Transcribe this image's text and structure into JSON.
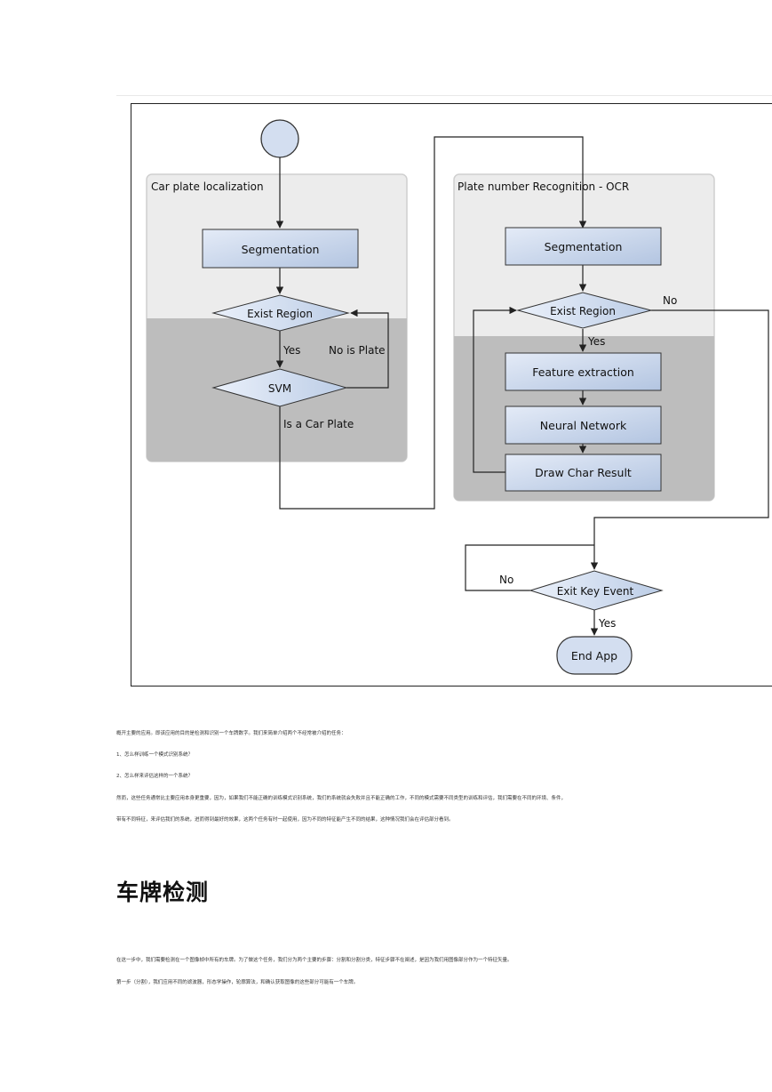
{
  "diagram": {
    "groups": {
      "localization": "Car plate localization",
      "ocr": "Plate number Recognition - OCR"
    },
    "nodes": {
      "seg1": "Segmentation",
      "exist1": "Exist Region",
      "svm": "SVM",
      "seg2": "Segmentation",
      "exist2": "Exist Region",
      "feature": "Feature extraction",
      "neural": "Neural Network",
      "draw": "Draw Char Result",
      "exitkey": "Exit Key Event",
      "end": "End App"
    },
    "labels": {
      "yes1": "Yes",
      "noplate": "No is Plate",
      "isplate": "Is a Car Plate",
      "no2": "No",
      "yes2": "Yes",
      "no3": "No",
      "yes3": "Yes"
    }
  },
  "article": {
    "p1": "概开主要的应用。即该应用的目的是检测和识别一个车牌数字。我们来简单介绍两个不经常被介绍的任务：",
    "p2": "1、怎么样训练一个模式识别系统？",
    "p3": "2、怎么样来评估这样的一个系统？",
    "p4": "然而，这些任务通常比主要应用本身更重要，因为，如果我们不能正确的训练模式识别系统，我们的系统就会失败并且不能正确的工作，不同的模式需要不同类型的训练和评估，我们需要在不同的环境、条件，",
    "p5": "带有不同特征，来评估我们的系统，进而得到最好的效果，这两个任务有时一起使用，因为不同的特征能产生不同的结果，这种情况我们会在评估部分看到。",
    "heading": "车牌检测",
    "p6": "在这一步中，我们需要检测在一个图像帧中所有的车牌。为了做这个任务，我们分为两个主要的步骤：分割和分割分类，特征步骤不在阐述，是因为我们用图像部分作为一个特征矢量。",
    "p7": "第一步（分割），我们应用不同的滤波器，形态学操作，轮廓算法，和确认获取图像的这些部分可能有一个车牌。"
  }
}
